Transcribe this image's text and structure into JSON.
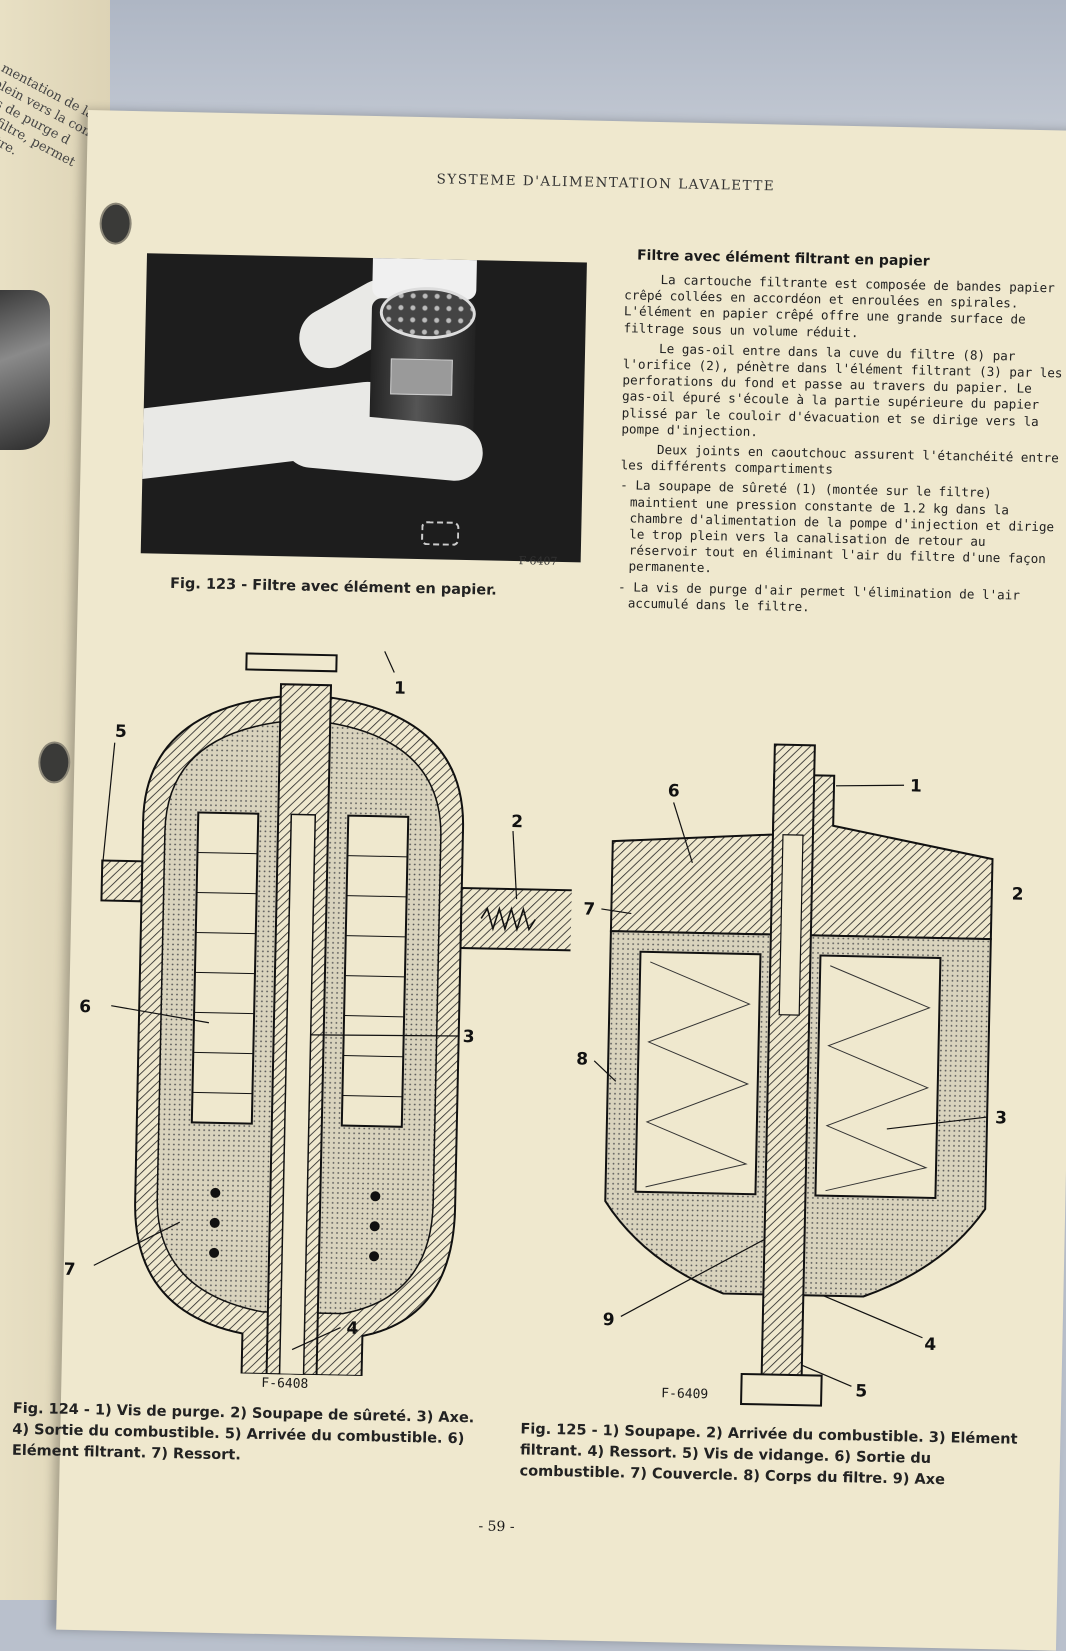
{
  "header": {
    "running_title": "SYSTEME D'ALIMENTATION LAVALETTE"
  },
  "left_page": {
    "fragments": [
      "mentation de la",
      "plein vers la conduite",
      "vis de purge d",
      "du filtre, permet",
      "le filtre."
    ]
  },
  "photo": {
    "code": "F-6407"
  },
  "fig123": {
    "caption": "Fig. 123 - Filtre avec élément en papier."
  },
  "section": {
    "title": "Filtre avec élément filtrant en papier",
    "paragraphs": [
      "La cartouche filtrante est composée de bandes papier crêpé collées en accordéon et enroulées en spirales. L'élément en papier crêpé offre une grande surface de filtrage sous un volume réduit.",
      "Le gas-oil entre dans la cuve du filtre (8) par l'orifice (2), pénètre dans l'élément filtrant (3) par les perforations du fond et passe au travers du papier. Le gas-oil épuré s'écoule à la partie supérieure du papier plissé par le couloir d'évacuation et se dirige vers la pompe d'injection.",
      "Deux joints en caoutchouc assurent l'étanchéité entre les différents compartiments"
    ],
    "bullets": [
      "- La soupape de sûreté (1) (montée sur le filtre) maintient une pression constante de 1.2 kg dans la chambre d'alimentation de la pompe d'injection et dirige le trop plein vers la canalisation de retour au réservoir tout en éliminant l'air du filtre d'une façon permanente.",
      "- La vis de purge d'air permet l'élimination de l'air accumulé dans le filtre."
    ]
  },
  "fig124": {
    "code": "F-6408",
    "labels": [
      "1",
      "2",
      "3",
      "4",
      "5",
      "6",
      "7"
    ],
    "caption": "Fig. 124 - 1) Vis de purge. 2) Soupape de sûreté. 3) Axe. 4) Sortie du combustible. 5) Arrivée du combustible. 6) Elément filtrant. 7) Ressort."
  },
  "fig125": {
    "code": "F-6409",
    "labels": [
      "1",
      "2",
      "3",
      "4",
      "5",
      "6",
      "7",
      "8",
      "9"
    ],
    "caption": "Fig. 125 - 1) Soupape. 2) Arrivée du combustible. 3) Elément filtrant. 4) Ressort. 5) Vis de vidange. 6) Sortie du combustible. 7) Couvercle. 8) Corps du filtre. 9) Axe"
  },
  "footer": {
    "page_number": "- 59 -"
  }
}
